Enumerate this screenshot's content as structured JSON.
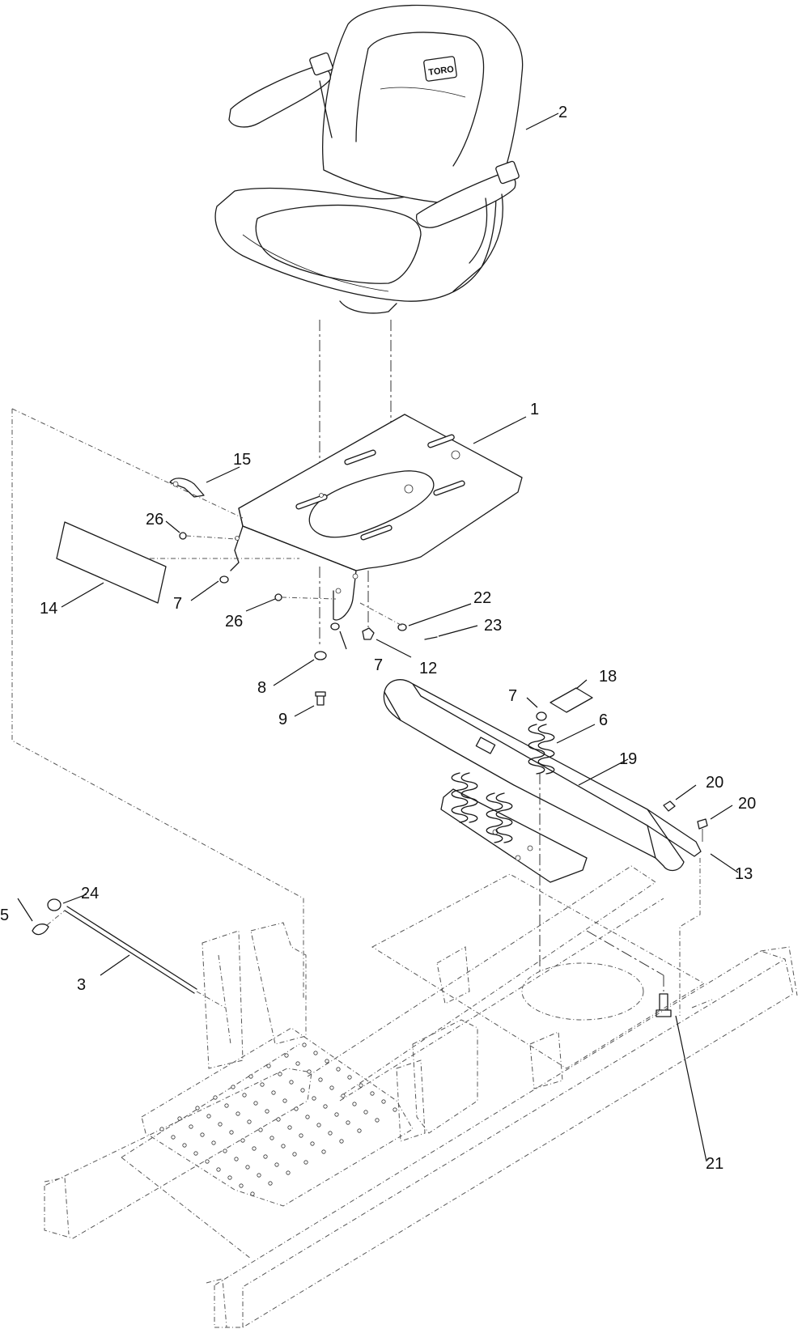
{
  "diagram": {
    "seat_brand": "TORO",
    "callouts": [
      {
        "id": "c1",
        "label": "1"
      },
      {
        "id": "c2",
        "label": "2"
      },
      {
        "id": "c3",
        "label": "3"
      },
      {
        "id": "c5",
        "label": "5"
      },
      {
        "id": "c6",
        "label": "6"
      },
      {
        "id": "c7a",
        "label": "7"
      },
      {
        "id": "c7b",
        "label": "7"
      },
      {
        "id": "c7c",
        "label": "7"
      },
      {
        "id": "c8",
        "label": "8"
      },
      {
        "id": "c9",
        "label": "9"
      },
      {
        "id": "c12",
        "label": "12"
      },
      {
        "id": "c13",
        "label": "13"
      },
      {
        "id": "c14",
        "label": "14"
      },
      {
        "id": "c15",
        "label": "15"
      },
      {
        "id": "c18",
        "label": "18"
      },
      {
        "id": "c19",
        "label": "19"
      },
      {
        "id": "c20a",
        "label": "20"
      },
      {
        "id": "c20b",
        "label": "20"
      },
      {
        "id": "c21",
        "label": "21"
      },
      {
        "id": "c22",
        "label": "22"
      },
      {
        "id": "c23",
        "label": "23"
      },
      {
        "id": "c24",
        "label": "24"
      },
      {
        "id": "c26a",
        "label": "26"
      },
      {
        "id": "c26b",
        "label": "26"
      }
    ]
  }
}
